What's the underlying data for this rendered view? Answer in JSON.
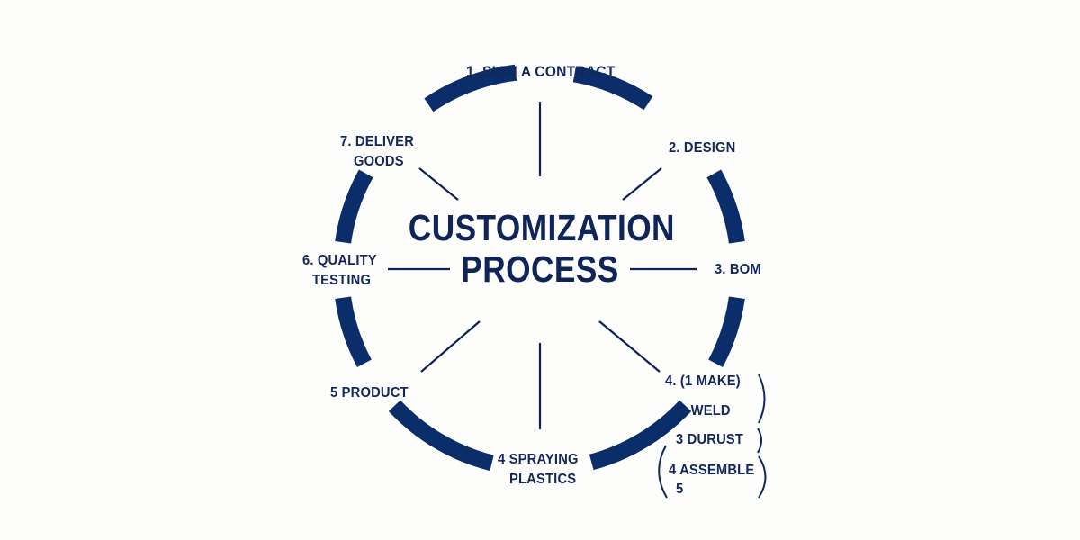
{
  "diagram": {
    "title_line1": "CUSTOMIZATION",
    "title_line2": "PROCESS",
    "colors": {
      "ring": "#0b2e6b",
      "spoke": "#0d1f5c",
      "text": "#13275c",
      "background": "#fdfdfb"
    },
    "steps": [
      {
        "id": "step-1",
        "lines": [
          "1. SIGN A CONTRACT"
        ]
      },
      {
        "id": "step-2",
        "lines": [
          "2. DESIGN"
        ]
      },
      {
        "id": "step-3",
        "lines": [
          "3. BOM"
        ]
      },
      {
        "id": "step-4",
        "lines": [
          "4. (1 MAKE)",
          "2 WELD",
          "3 DURUST",
          "4 ASSEMBLE",
          "5"
        ]
      },
      {
        "id": "step-5",
        "lines": [
          "4 SPRAYING",
          "PLASTICS"
        ]
      },
      {
        "id": "step-6",
        "lines": [
          "5 PRODUCT"
        ]
      },
      {
        "id": "step-7",
        "lines": [
          "6. QUALITY",
          "TESTING"
        ]
      },
      {
        "id": "step-8",
        "lines": [
          "7. DELIVER",
          "GOODS"
        ]
      }
    ]
  }
}
